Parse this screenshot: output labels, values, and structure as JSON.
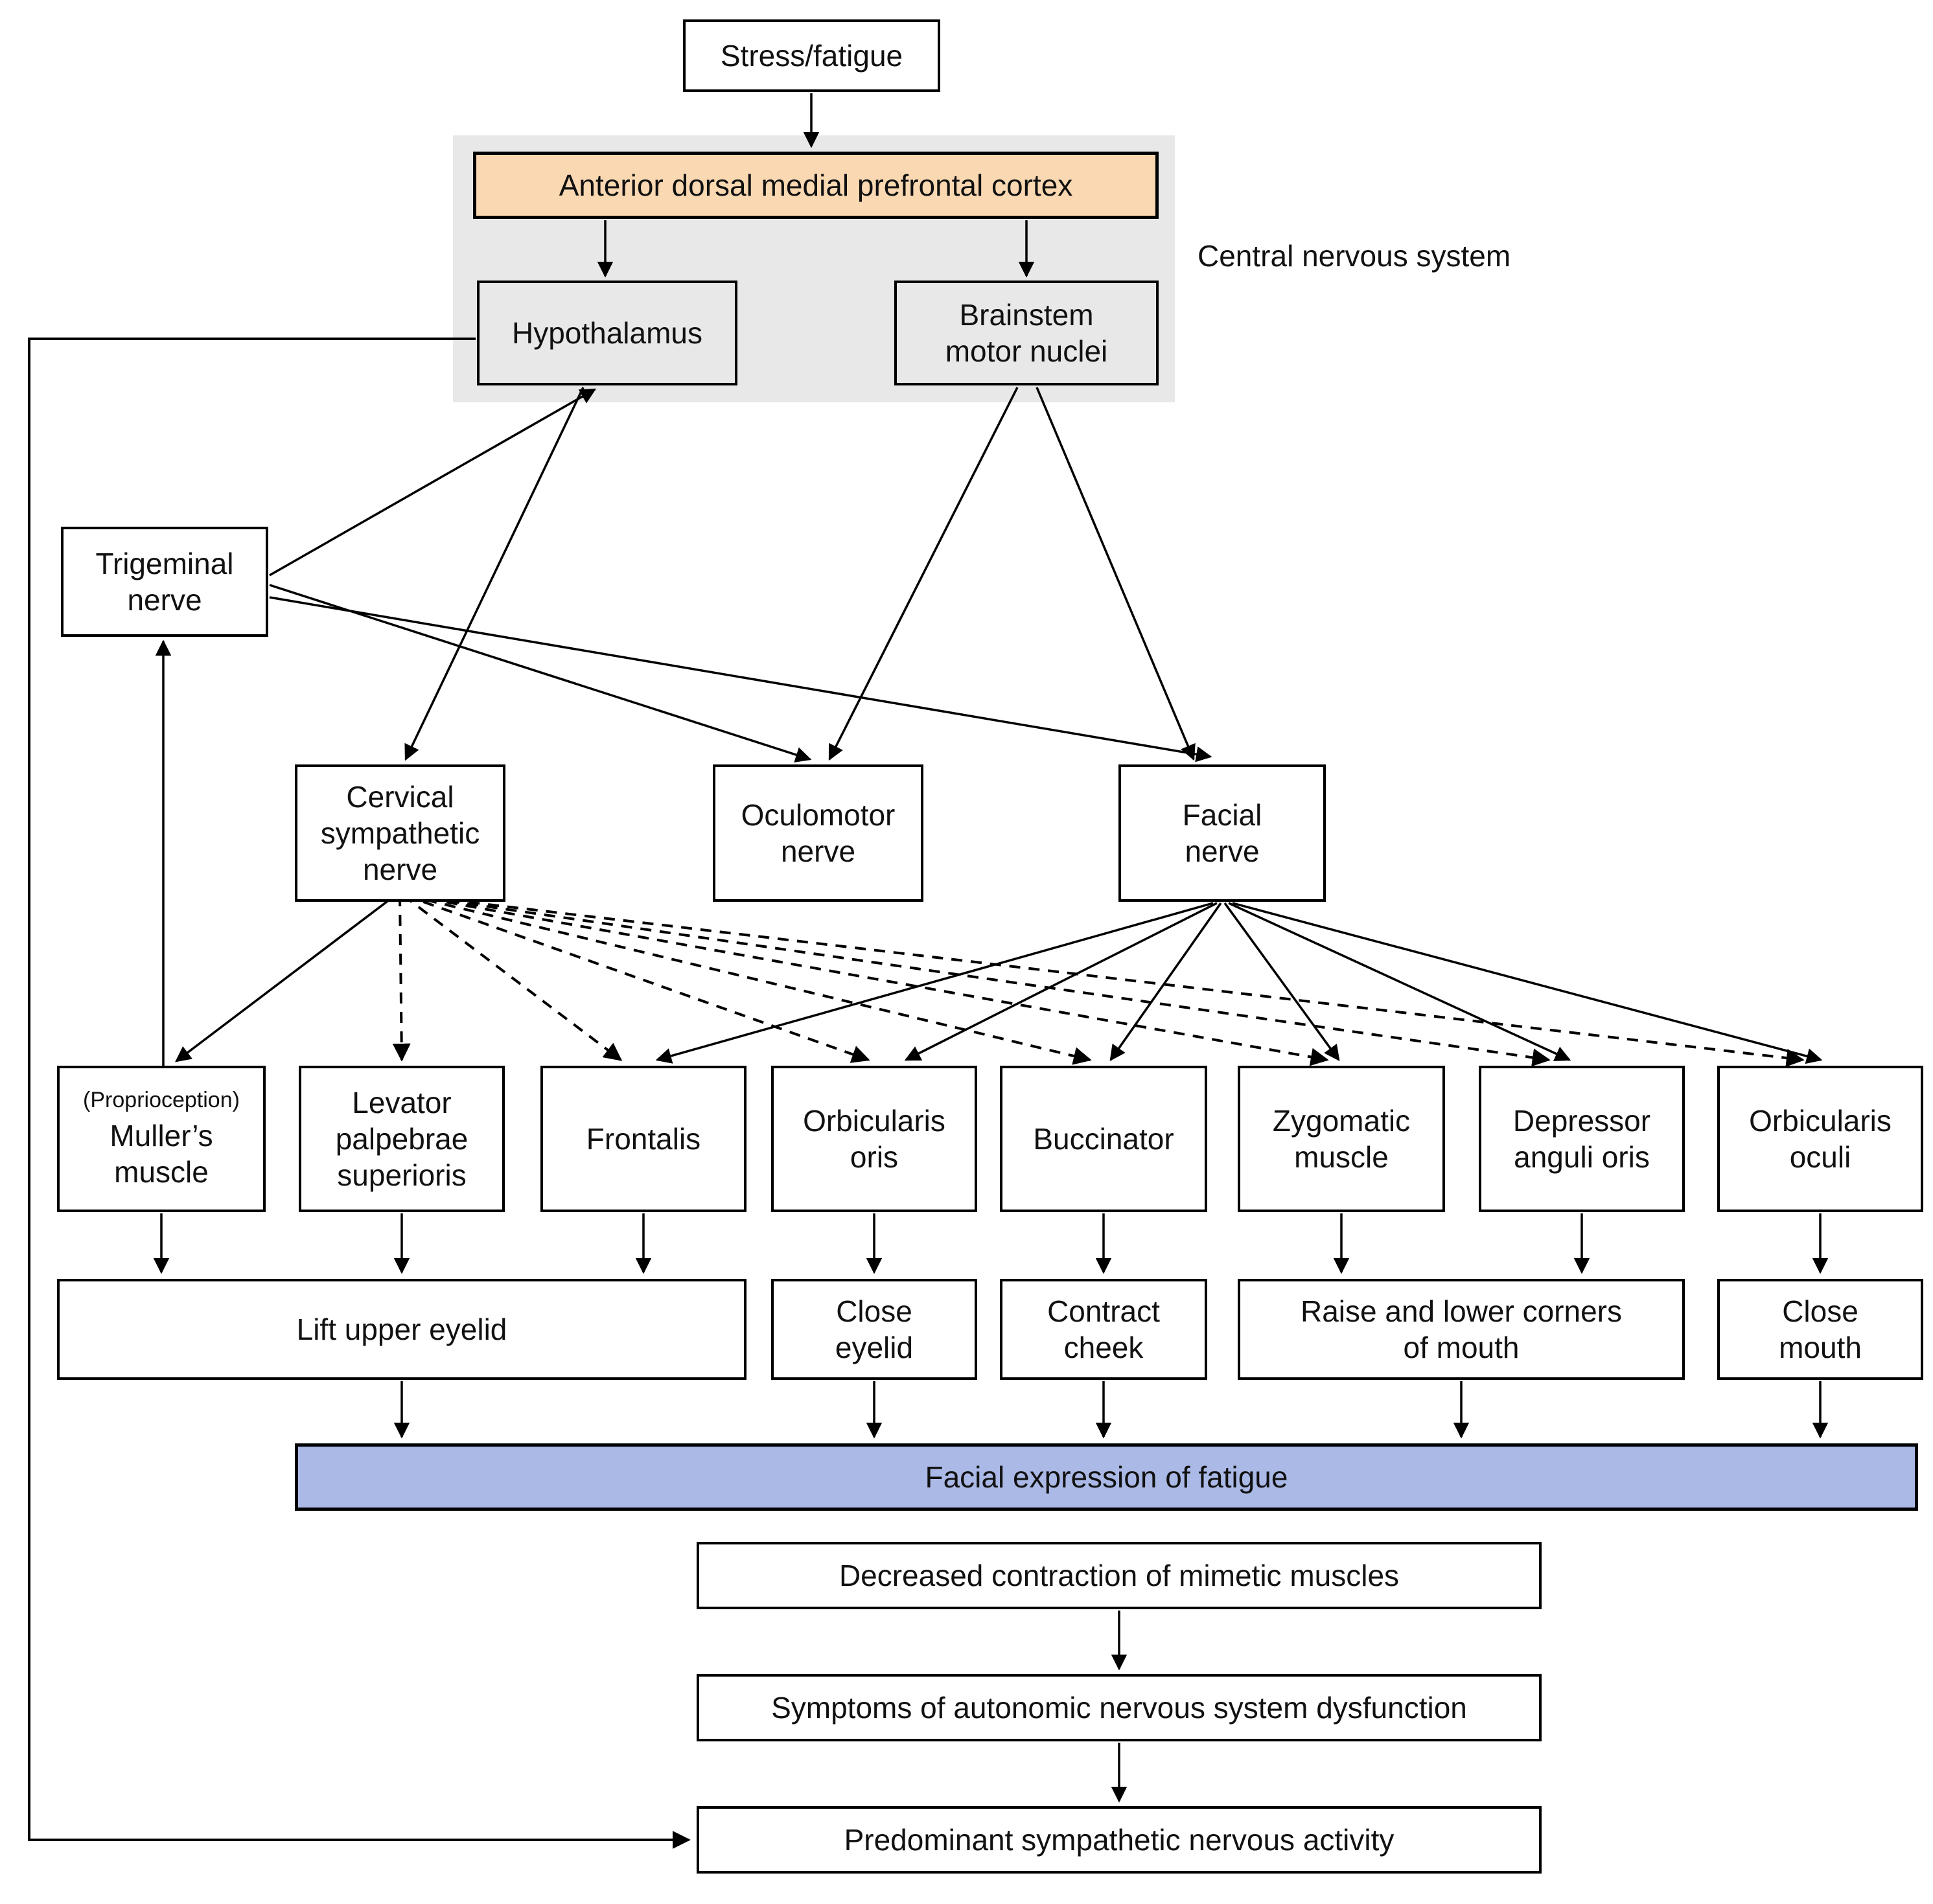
{
  "palette": {
    "accent_orange": "#f9d8b2",
    "accent_blue": "#abb9e6",
    "region_gray": "#e8e8e8",
    "line_black": "#000000"
  },
  "nodes": {
    "stress": {
      "label": "Stress/fatigue"
    },
    "cortex": {
      "label": "Anterior dorsal medial prefrontal cortex"
    },
    "cns_caption": {
      "label": "Central nervous system"
    },
    "hypothalamus": {
      "label": "Hypothalamus"
    },
    "brainstem": {
      "label": "Brainstem\nmotor nuclei"
    },
    "trigeminal": {
      "label": "Trigeminal\nnerve"
    },
    "cervical": {
      "label": "Cervical\nsympathetic\nnerve"
    },
    "oculomotor": {
      "label": "Oculomotor\nnerve"
    },
    "facial": {
      "label": "Facial\nnerve"
    },
    "mullers": {
      "note": "(Proprioception)",
      "label": "Muller’s\nmuscle"
    },
    "levator": {
      "label": "Levator\npalpebrae\nsuperioris"
    },
    "frontalis": {
      "label": "Frontalis"
    },
    "orbicularis_oris": {
      "label": "Orbicularis\noris"
    },
    "buccinator": {
      "label": "Buccinator"
    },
    "zygomatic": {
      "label": "Zygomatic\nmuscle"
    },
    "depressor": {
      "label": "Depressor\nanguli oris"
    },
    "orbicularis_oculi": {
      "label": "Orbicularis\noculi"
    },
    "lift_upper_eyelid": {
      "label": "Lift upper eyelid"
    },
    "close_eyelid": {
      "label": "Close\neyelid"
    },
    "contract_cheek": {
      "label": "Contract\ncheek"
    },
    "raise_lower_mouth": {
      "label": "Raise and lower corners\nof mouth"
    },
    "close_mouth": {
      "label": "Close\nmouth"
    },
    "facial_expression": {
      "label": "Facial expression of fatigue"
    },
    "decreased_contraction": {
      "label": "Decreased contraction of mimetic muscles"
    },
    "autonomic_symptoms": {
      "label": "Symptoms of autonomic nervous system dysfunction"
    },
    "sympathetic_activity": {
      "label": "Predominant sympathetic nervous activity"
    }
  }
}
